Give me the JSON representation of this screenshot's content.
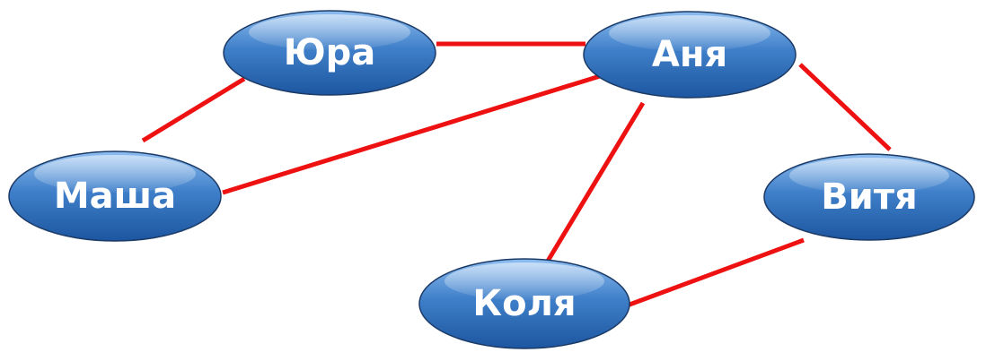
{
  "colors": {
    "edge": "#ee1111",
    "node_fill_top": "#7fb2ea",
    "node_fill_bottom": "#1f5da8",
    "node_label": "#ffffff"
  },
  "nodes": [
    {
      "id": "yura",
      "label": "Юра"
    },
    {
      "id": "anya",
      "label": "Аня"
    },
    {
      "id": "masha",
      "label": "Маша"
    },
    {
      "id": "vitya",
      "label": "Витя"
    },
    {
      "id": "kolya",
      "label": "Коля"
    }
  ],
  "edges": [
    {
      "from": "yura",
      "to": "anya"
    },
    {
      "from": "yura",
      "to": "masha"
    },
    {
      "from": "masha",
      "to": "anya"
    },
    {
      "from": "anya",
      "to": "kolya"
    },
    {
      "from": "anya",
      "to": "vitya"
    },
    {
      "from": "vitya",
      "to": "kolya"
    }
  ]
}
